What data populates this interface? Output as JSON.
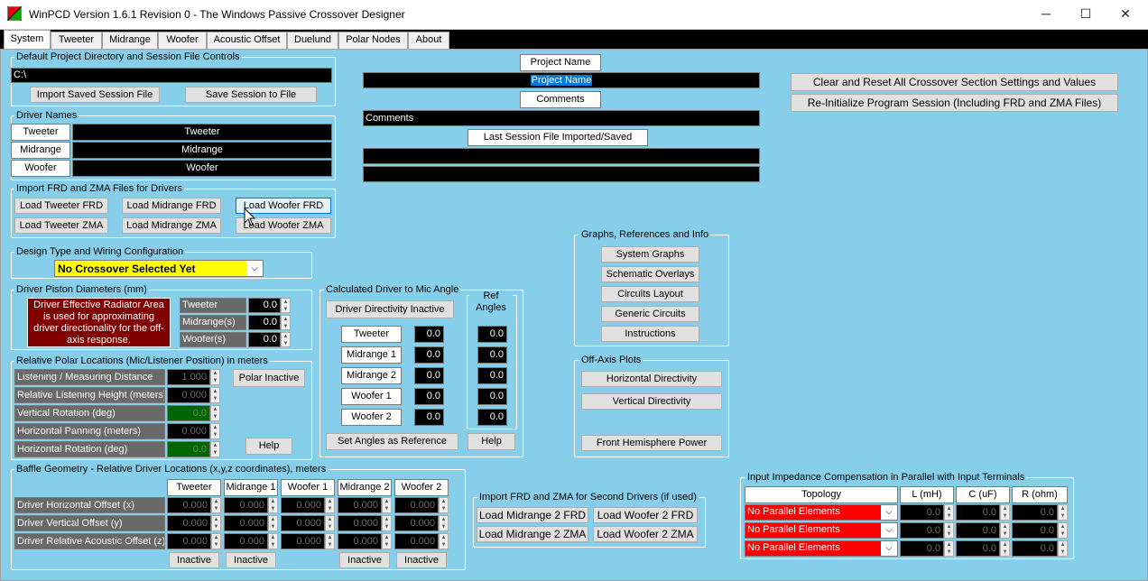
{
  "window": {
    "title": "WinPCD Version 1.6.1 Revision 0 - The Windows Passive Crossover Designer",
    "minimize": "─",
    "maximize": "☐",
    "close": "✕"
  },
  "tabs": [
    "System",
    "Tweeter",
    "Midrange",
    "Woofer",
    "Acoustic Offset",
    "Duelund",
    "Polar Nodes",
    "About"
  ],
  "project_dir": {
    "group": "Default Project Directory and Session File Controls",
    "path": "C:\\",
    "import": "Import Saved Session File",
    "save": "Save Session to File"
  },
  "driver_names": {
    "group": "Driver Names",
    "labels": [
      "Tweeter",
      "Midrange",
      "Woofer"
    ],
    "values": [
      "Tweeter",
      "Midrange",
      "Woofer"
    ]
  },
  "import_files": {
    "group": "Import FRD and ZMA Files for Drivers",
    "buttons": [
      "Load Tweeter FRD",
      "Load Midrange FRD",
      "Load Woofer FRD",
      "Load Tweeter ZMA",
      "Load Midrange ZMA",
      "Load Woofer ZMA"
    ]
  },
  "design_type": {
    "group": "Design Type and Wiring Configuration",
    "selected": "No Crossover Selected Yet"
  },
  "piston": {
    "group": "Driver Piston Diameters (mm)",
    "note": "Driver Effective Radiator Area is used for approximating driver directionality for the off-axis response.",
    "labels": [
      "Tweeter",
      "Midrange(s)",
      "Woofer(s)"
    ],
    "values": [
      "0.0",
      "0.0",
      "0.0"
    ]
  },
  "polar": {
    "group": "Relative Polar Locations  (Mic/Listener Position) in meters",
    "labels": [
      "Listening / Measuring Distance",
      "Relative Listening Height (meters)",
      "Vertical Rotation (deg)",
      "Horizontal Panning (meters)",
      "Horizontal Rotation (deg)"
    ],
    "values": [
      "1.000",
      "0.000",
      "0.0",
      "0.000",
      "0.0"
    ],
    "inactive": "Polar Inactive",
    "help": "Help"
  },
  "project": {
    "name_label": "Project Name",
    "name_value": "Project Name",
    "comments_label": "Comments",
    "comments_value": "Comments",
    "last_label": "Last Session File Imported/Saved"
  },
  "mic_angle": {
    "group": "Calculated Driver to Mic Angle",
    "directivity": "Driver Directivity Inactive",
    "ref_label": "Ref Angles",
    "drivers": [
      "Tweeter",
      "Midrange 1",
      "Midrange 2",
      "Woofer 1",
      "Woofer 2"
    ],
    "values": [
      "0.0",
      "0.0",
      "0.0",
      "0.0",
      "0.0"
    ],
    "ref_values": [
      "0.0",
      "0.0",
      "0.0",
      "0.0",
      "0.0"
    ],
    "set_ref": "Set Angles as Reference",
    "help": "Help"
  },
  "actions": {
    "clear": "Clear and Reset All Crossover Section Settings and Values",
    "reinit": "Re-Initialize Program Session (Including FRD and ZMA Files)"
  },
  "graphs": {
    "group": "Graphs, References and Info",
    "buttons": [
      "System Graphs",
      "Schematic Overlays",
      "Circuits Layout",
      "Generic Circuits",
      "Instructions"
    ]
  },
  "off_axis": {
    "group": "Off-Axis Plots",
    "horizontal": "Horizontal Directivity",
    "vertical": "Vertical Directivity",
    "front": "Front Hemisphere Power"
  },
  "baffle": {
    "group": "Baffle Geometry - Relative Driver Locations (x,y,z coordinates), meters",
    "columns": [
      "Tweeter",
      "Midrange 1",
      "Woofer 1",
      "Midrange 2",
      "Woofer 2"
    ],
    "rows": [
      "Driver Horizontal Offset (x)",
      "Driver Vertical Offset (y)",
      "Driver Relative Acoustic Offset (z)"
    ],
    "value": "0.000",
    "inactive": "Inactive"
  },
  "second": {
    "group": "Import FRD and ZMA for Second Drivers (if used)",
    "buttons": [
      "Load Midrange 2 FRD",
      "Load Woofer 2 FRD",
      "Load Midrange 2 ZMA",
      "Load Woofer 2  ZMA"
    ]
  },
  "impedance": {
    "group": "Input Impedance Compensation in Parallel with Input Terminals",
    "columns": [
      "Topology",
      "L (mH)",
      "C (uF)",
      "R (ohm)"
    ],
    "rows": [
      "No Parallel Elements",
      "No Parallel Elements",
      "No Parallel Elements"
    ],
    "value": "0.0"
  },
  "colors": {
    "background": "#87CEEB",
    "dropdown_yellow": "#FFFF00",
    "dropdown_red": "#FF0000",
    "note_bg": "#800000"
  }
}
